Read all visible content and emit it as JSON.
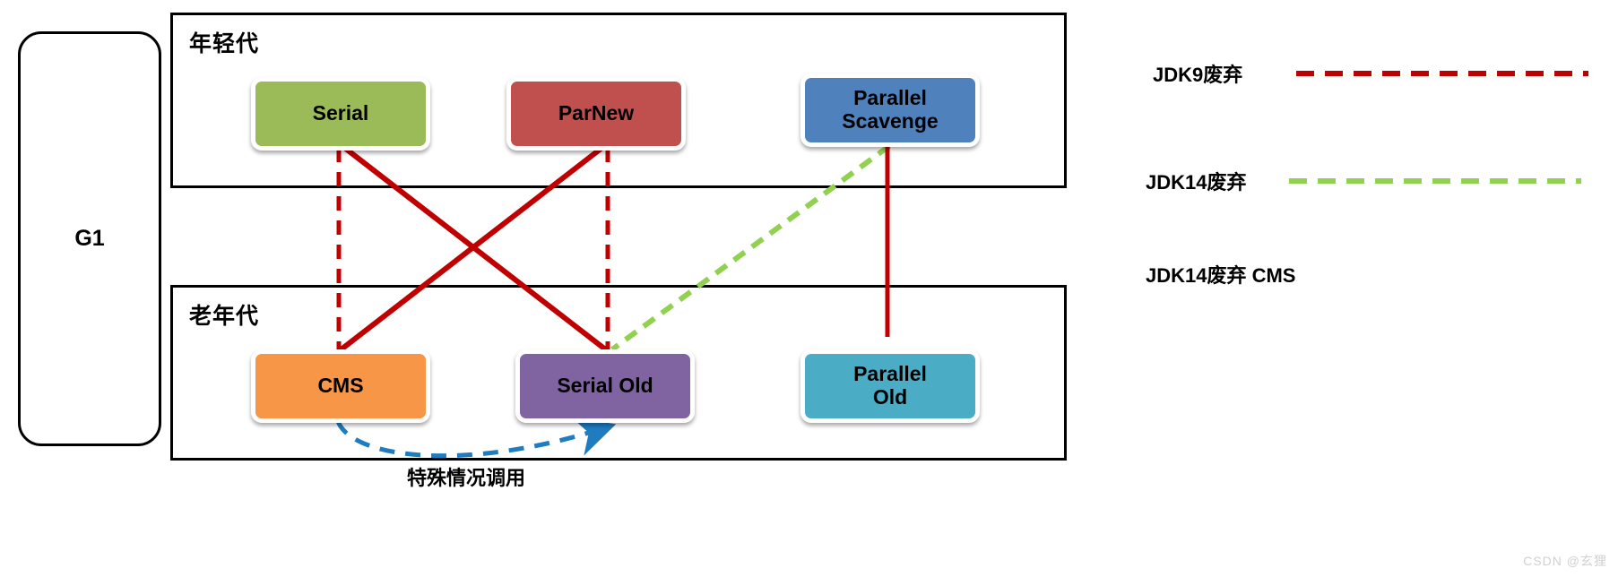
{
  "diagram": {
    "title_g1": "G1",
    "young_gen_label": "年轻代",
    "old_gen_label": "老年代",
    "special_call_label": "特殊情况调用"
  },
  "collectors": {
    "young": [
      {
        "name": "Serial",
        "color": "#9BBB59"
      },
      {
        "name": "ParNew",
        "color": "#C0504D"
      },
      {
        "name": "Parallel Scavenge",
        "line1": "Parallel",
        "line2": "Scavenge",
        "color": "#4F81BD"
      }
    ],
    "old": [
      {
        "name": "CMS",
        "color": "#F79646"
      },
      {
        "name": "Serial Old",
        "color": "#8064A2"
      },
      {
        "name": "Parallel Old",
        "line1": "Parallel",
        "line2": "Old",
        "color": "#4BACC6"
      }
    ]
  },
  "legend": {
    "items": [
      {
        "label": "JDK9废弃",
        "style": "dashed",
        "color": "#C00000",
        "has_swatch": true
      },
      {
        "label": "JDK14废弃",
        "style": "dashed",
        "color": "#92D050",
        "has_swatch": true
      },
      {
        "label": "JDK14废弃  CMS",
        "style": "none",
        "color": "#000000",
        "has_swatch": false
      }
    ]
  },
  "colors": {
    "red": "#C00000",
    "green": "#92D050",
    "blue": "#1F7CC0",
    "black": "#000000",
    "white": "#FFFFFF"
  },
  "watermark": "CSDN @玄狸"
}
